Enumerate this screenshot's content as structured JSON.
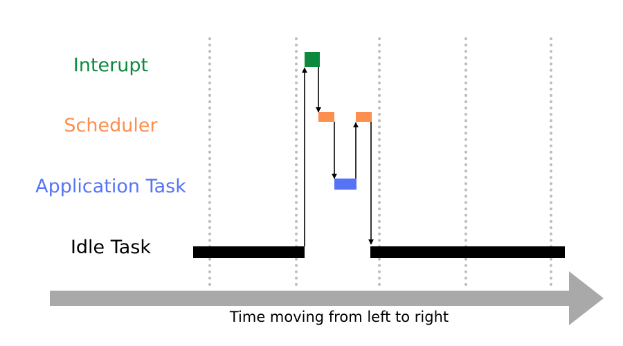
{
  "diagram": {
    "labels": {
      "interrupt": "Interupt",
      "scheduler": "Scheduler",
      "application": "Application Task",
      "idle": "Idle Task"
    },
    "time_caption": "Time moving from left to right",
    "colors": {
      "interrupt": "#0b8a3c",
      "scheduler": "#fc8e4e",
      "application": "#5673f6",
      "idle": "#000000",
      "grid": "#bdbdbd",
      "time_arrow": "#a9a9a9",
      "connector": "#000000"
    }
  }
}
